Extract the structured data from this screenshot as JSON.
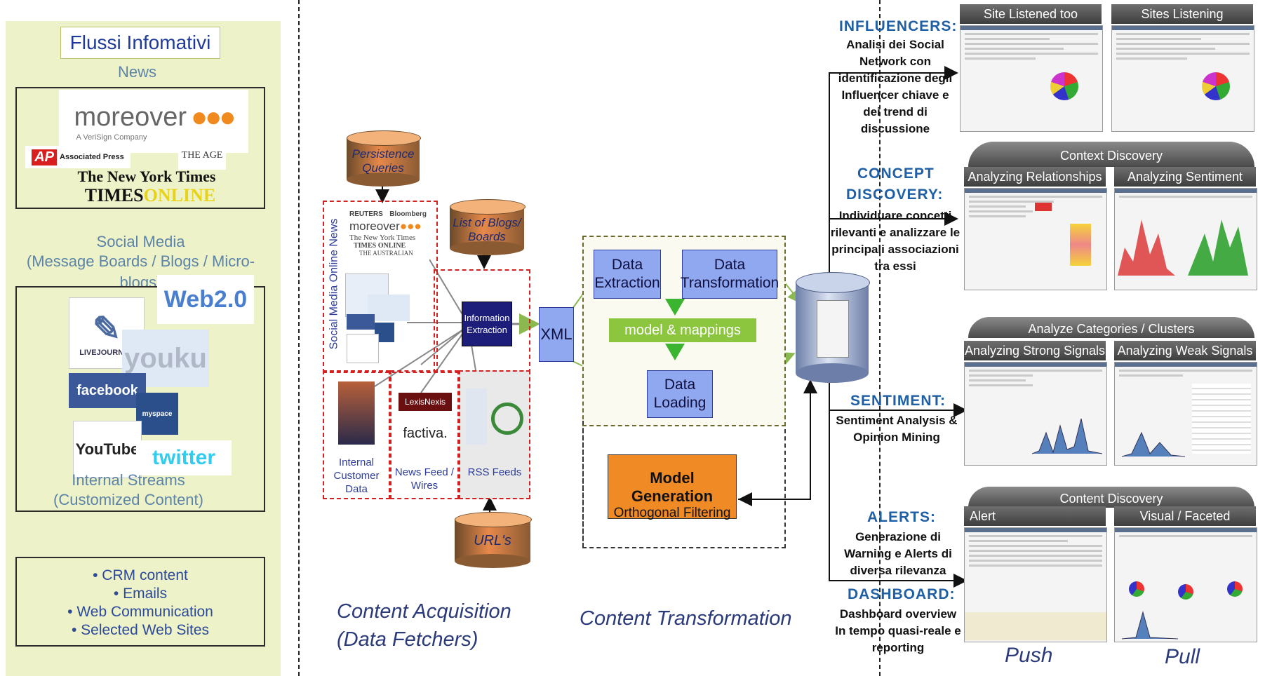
{
  "left": {
    "title": "Flussi Infomativi",
    "news_label": "News",
    "news_logos": {
      "moreover": "moreover",
      "moreover_sub": "A VeriSign Company",
      "ap": "Associated Press",
      "the_age": "THE AGE",
      "nyt": "The New York Times",
      "times": "TIMES",
      "online": "ONLINE"
    },
    "social_label_1": "Social Media",
    "social_label_2": "(Message Boards / Blogs / Micro-blogs)",
    "social_logos": {
      "web20": "Web2.0",
      "livejournal": "LIVEJOURNAL",
      "youku": "youku",
      "facebook": "facebook",
      "myspace": "myspace",
      "youtube": "YouTube",
      "twitter": "twitter"
    },
    "internal_label_1": "Internal Streams",
    "internal_label_2": "(Customized Content)",
    "internal_items": [
      "• CRM content",
      "• Emails",
      "• Web Communication",
      "• Selected Web Sites"
    ]
  },
  "acquisition": {
    "persistence_queries": "Persistence Queries",
    "list_of_blogs": "List of Blogs/ Boards",
    "urls": "URL's",
    "vertical_label": "Social Media Online News",
    "information_extraction": "Information Extraction",
    "xml": "XML",
    "internal_customer_data": "Internal Customer Data",
    "news_feed_wires": "News Feed / Wires",
    "rss_feeds": "RSS Feeds",
    "mini_logos": {
      "reuters": "REUTERS",
      "bloomberg": "Bloomberg",
      "moreover": "moreover",
      "nyt": "The New York Times",
      "times": "TIMES ONLINE",
      "australian": "THE AUSTRALIAN",
      "lexisnexis": "LexisNexis",
      "factiva": "factiva."
    },
    "caption_1": "Content Acquisition",
    "caption_2": "(Data Fetchers)"
  },
  "transformation": {
    "data_extraction": "Data Extraction",
    "data_transformation": "Data Transformation",
    "model_mappings": "model & mappings",
    "data_loading": "Data Loading",
    "model_generation": "Model Generation",
    "orthogonal_filtering": "Orthogonal Filtering",
    "caption": "Content Transformation"
  },
  "right": {
    "influencers_title": "INFLUENCERS:",
    "influencers_desc": [
      "Analisi dei Social",
      "Network con",
      "identificazione degli",
      "Influencer chiave e",
      "dei trend di",
      "discussione"
    ],
    "concept_title_1": "CONCEPT",
    "concept_title_2": "DISCOVERY:",
    "concept_desc": [
      "Individuare concetti",
      "rilevanti e analizzare le",
      "principali associazioni",
      "tra essi"
    ],
    "sentiment_title": "SENTIMENT:",
    "sentiment_desc": [
      "Sentiment Analysis &",
      "Opinion Mining"
    ],
    "alerts_title": "ALERTS:",
    "alerts_desc": [
      "Generazione di",
      "Warning e Alerts di",
      "diversa rilevanza"
    ],
    "dashboard_title": "DASHBOARD:",
    "dashboard_desc": [
      "Dashboard overview",
      "In tempo quasi-reale e",
      "reporting"
    ]
  },
  "panels": {
    "site_listened_too": "Site Listened too",
    "sites_listening": "Sites Listening",
    "context_discovery": "Context  Discovery",
    "analyzing_relationships": "Analyzing Relationships",
    "analyzing_sentiment": "Analyzing Sentiment",
    "analyze_categories": "Analyze  Categories / Clusters",
    "analyzing_strong_signals": "Analyzing Strong Signals",
    "analyzing_weak_signals": "Analyzing Weak Signals",
    "content_discovery": "Content Discovery",
    "alert": "Alert",
    "visual_faceted": "Visual / Faceted",
    "push": "Push",
    "pull": "Pull"
  },
  "colors": {
    "left_bg": "#eef2c8",
    "label_blue": "#5b84a8",
    "cylinder_orange": "#e7894a",
    "box_blue": "#8fa8f0",
    "green": "#8cc63f",
    "model_orange": "#f08a24",
    "cat_blue": "#1f5fa6"
  }
}
